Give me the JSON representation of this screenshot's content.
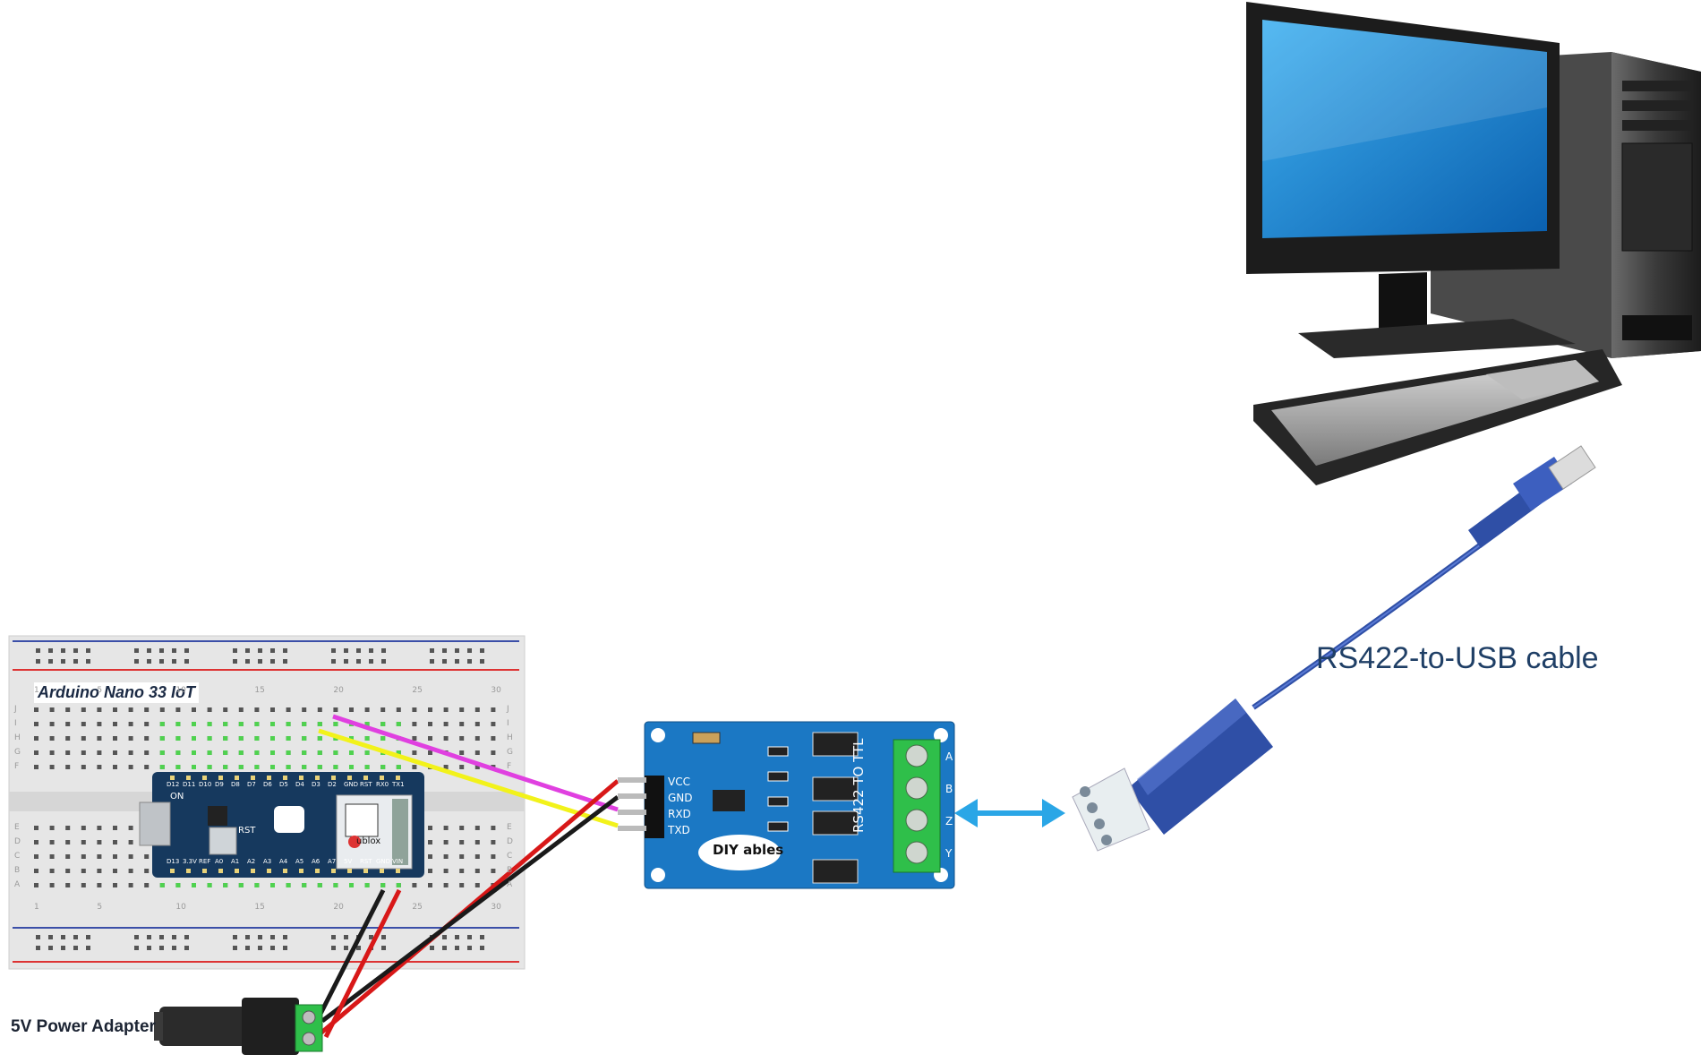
{
  "labels": {
    "cable": "RS422-to-USB cable",
    "power_adapter": "5V Power Adapter",
    "board": "Arduino Nano 33 IoT"
  },
  "module": {
    "pins": [
      "VCC",
      "GND",
      "RXD",
      "TXD"
    ],
    "title": "RS422 TO TTL",
    "terminals": [
      "A",
      "B",
      "Z",
      "Y"
    ],
    "logo_text": "DIY ables"
  },
  "breadboard": {
    "column_numbers": [
      "1",
      "5",
      "10",
      "15",
      "20",
      "25",
      "30"
    ],
    "row_letters_top": [
      "J",
      "I",
      "H",
      "G",
      "F"
    ],
    "row_letters_bottom": [
      "E",
      "D",
      "C",
      "B",
      "A"
    ]
  },
  "nano": {
    "top_pins": [
      "D12",
      "D11",
      "D10",
      "D9",
      "D8",
      "D7",
      "D6",
      "D5",
      "D4",
      "D3",
      "D2",
      "GND",
      "RST",
      "RX0",
      "TX1"
    ],
    "bottom_pins": [
      "D13",
      "3.3V",
      "REF",
      "A0",
      "A1",
      "A2",
      "A3",
      "A4",
      "A5",
      "A6",
      "A7",
      "5V",
      "RST",
      "GND",
      "VIN"
    ],
    "chip_brand": "ublox",
    "on_label": "ON",
    "rst_label": "RST"
  },
  "colors": {
    "wire_vcc": "#d81818",
    "wire_gnd": "#1a1a1a",
    "wire_rxd": "#e040e0",
    "wire_txd": "#f2f21a",
    "module_pcb": "#1b78c4",
    "terminal_block": "#2fbf4a",
    "usb_cable": "#2f4fa6",
    "arrow": "#2aa6e6",
    "monitor_screen": "#1c8ed8",
    "arduino_pcb": "#16395e"
  }
}
